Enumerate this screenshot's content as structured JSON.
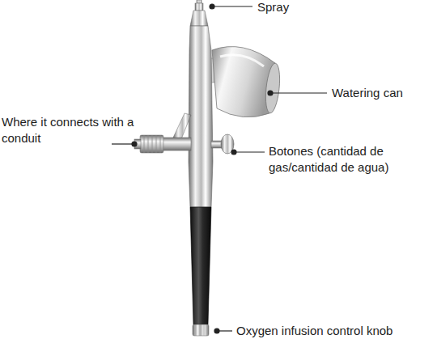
{
  "diagram": {
    "labels": [
      "Spray",
      "Watering can",
      "Where it connects with a conduit",
      "Botones (cantidad de gas/cantidad de agua)",
      "Oxygen infusion control knob"
    ]
  }
}
